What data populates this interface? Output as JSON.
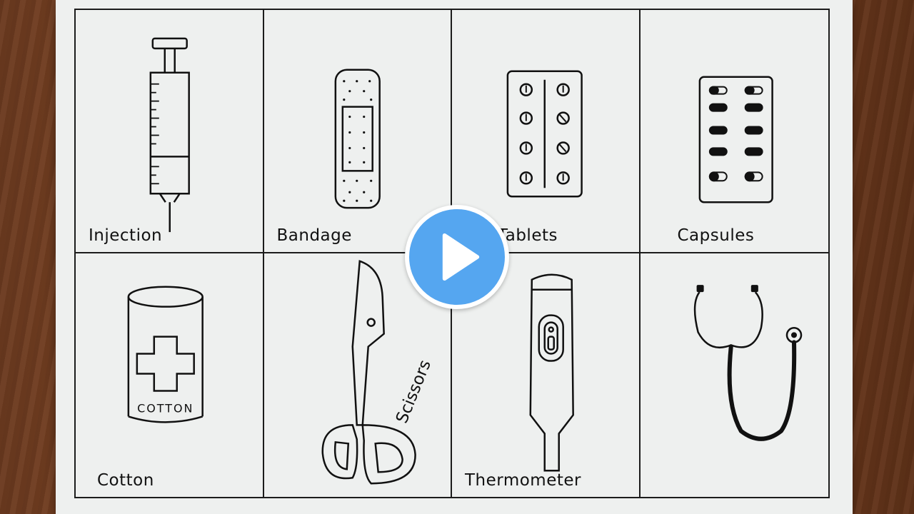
{
  "cells": [
    {
      "label": "Injection",
      "icon": "syringe-icon"
    },
    {
      "label": "Bandage",
      "icon": "bandage-icon"
    },
    {
      "label": "Tablets",
      "icon": "tablet-strip-icon"
    },
    {
      "label": "Capsules",
      "icon": "capsule-strip-icon"
    },
    {
      "label": "Cotton",
      "icon": "cotton-roll-icon",
      "jar_text": "COTTON"
    },
    {
      "label": "Scissors",
      "icon": "scissors-icon"
    },
    {
      "label": "Thermometer",
      "icon": "thermometer-icon"
    },
    {
      "label": "",
      "icon": "stethoscope-icon"
    }
  ],
  "player": {
    "icon": "play-icon",
    "color": "#55a6f0"
  }
}
